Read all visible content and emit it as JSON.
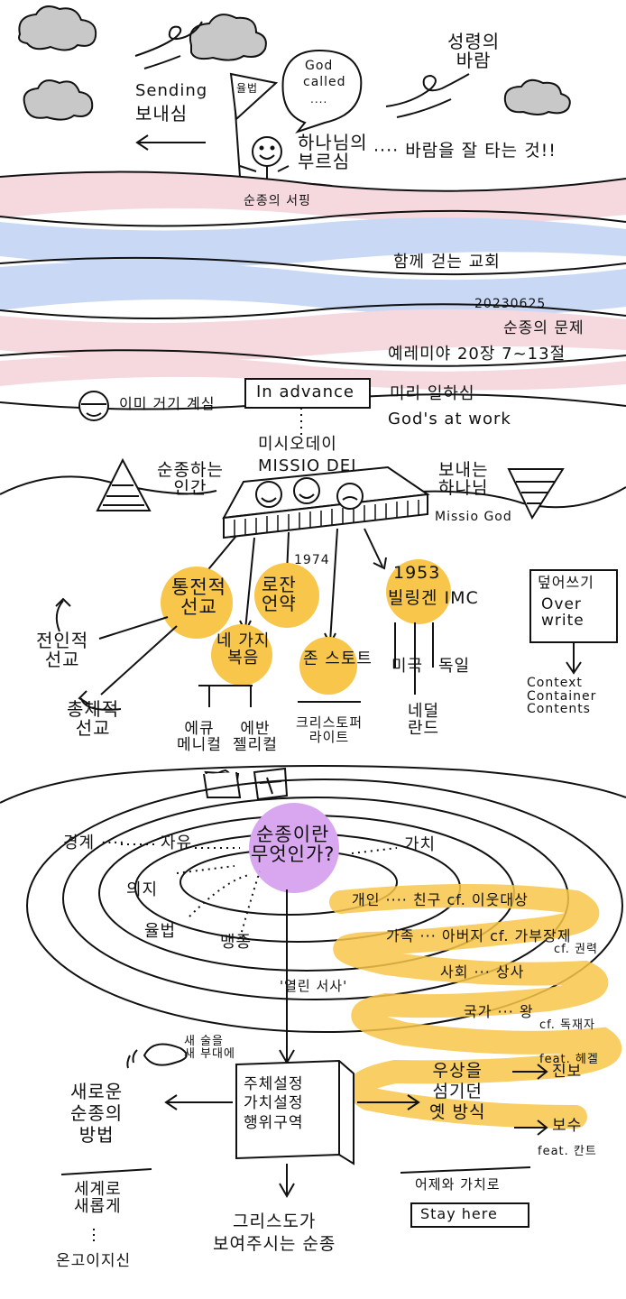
{
  "colors": {
    "ink": "#111111",
    "cloud": "#c8c8c8",
    "sea_blue": "#c9d8f5",
    "sea_pink": "#f6d9de",
    "highlight_yellow": "#f7c64a",
    "highlight_purple": "#d9a7ef"
  },
  "top": {
    "sending": "Sending",
    "sending_ko": "보내심",
    "flag_text": "율법",
    "bubble_line1": "God",
    "bubble_line2": "called",
    "bubble_dots": "....",
    "calling": "하나님의\n부르심",
    "spirit_wind": "성령의\n바람",
    "riding_wind": "···· 바람을 잘 타는 것!! ",
    "surfing": "순종의 서핑"
  },
  "sermon": {
    "church": "함께 걷는 교회",
    "date": "20230625",
    "title": "순종의 문제",
    "scripture": "예레미야 20장 7~13절"
  },
  "advance": {
    "box_label": "In advance",
    "already_there": "이미 거기 계심",
    "ahead_ko": "미리 일하심",
    "gods_at_work": "God's at work"
  },
  "missio": {
    "ko": "미시오데이",
    "en": "MISSIO DEI",
    "obeying_human": "순종하는\n인간",
    "sending_god": "보내는\n하나님",
    "sending_god_en": "Missio God"
  },
  "branches": {
    "holistic_mission": "통전적\n선교",
    "year_1974": "1974",
    "lausanne": "로잔\n언약",
    "four_gospel": "네 가지\n복음",
    "wholistic_list": "전인적\n선교",
    "social_mission": "총체적\n선교",
    "john_stott": "존 스토트",
    "eva": "에큐\n메니컬",
    "evan": "에반\n젤리컬",
    "christopher_wright": "크리스토퍼\n라이트",
    "year_1953": "1953",
    "willingen": "빌링겐 IMC",
    "us": "미국",
    "germany": "독일",
    "netherlands": "네덜\n란드",
    "overwrite_ko": "덮어쓰기",
    "overwrite_en": "Over\nwrite",
    "context_list": "Context\nContainer\nContents"
  },
  "rings": {
    "center": "순종이란\n무엇인가?",
    "boundary": "경계 ····",
    "freedom": "자유",
    "value": "가치",
    "will": "의지",
    "law": "율법",
    "obedience": "맹종",
    "open_narrative": "'열린 서사'",
    "individual": "개인 ···· 친구 cf. 이웃대상",
    "family": "가족 ··· 아버지 cf. 가부장제",
    "authority": "cf. 권력",
    "society": "사회 ··· 상사",
    "nation": "국가 ··· 왕",
    "dictator": "cf. 독재자"
  },
  "bottom": {
    "center_box": "주체설정\n가치설정\n행위구역",
    "new_way": "새로운\n순종의\n방법",
    "world": "세계로\n새롭게",
    "onward": "온고이지신",
    "renewal": "새 술을\n새 부대에",
    "christ_obedience": "그리스도가\n보여주시는 순종",
    "idol_old_way": "우상을\n섬기던\n옛 방식",
    "feat_hegel": "feat. 헤겔",
    "progress": "진보",
    "conservative": "보수",
    "feat_kant": "feat. 칸트",
    "yesterday": "어제와 가치로",
    "stay_here": "Stay here"
  }
}
